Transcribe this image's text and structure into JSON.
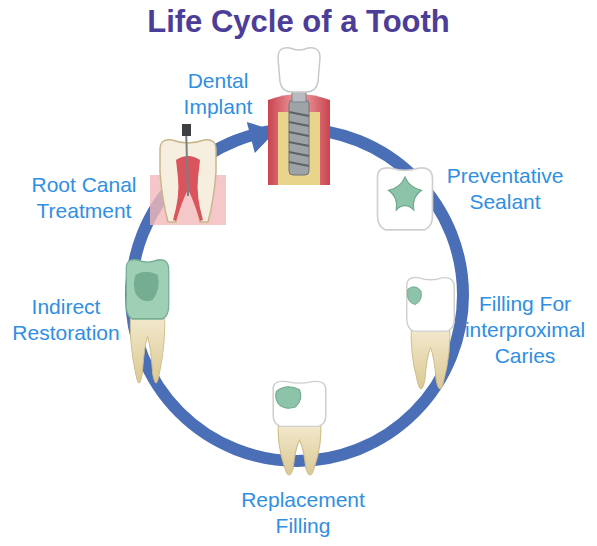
{
  "diagram": {
    "title": "Life Cycle of a Tooth",
    "labels": [
      "Dental Implant",
      "Preventative Sealant",
      "Filling For interproximal Caries",
      "Replacement Filling",
      "Indirect Restoration",
      "Root Canal Treatment"
    ]
  }
}
